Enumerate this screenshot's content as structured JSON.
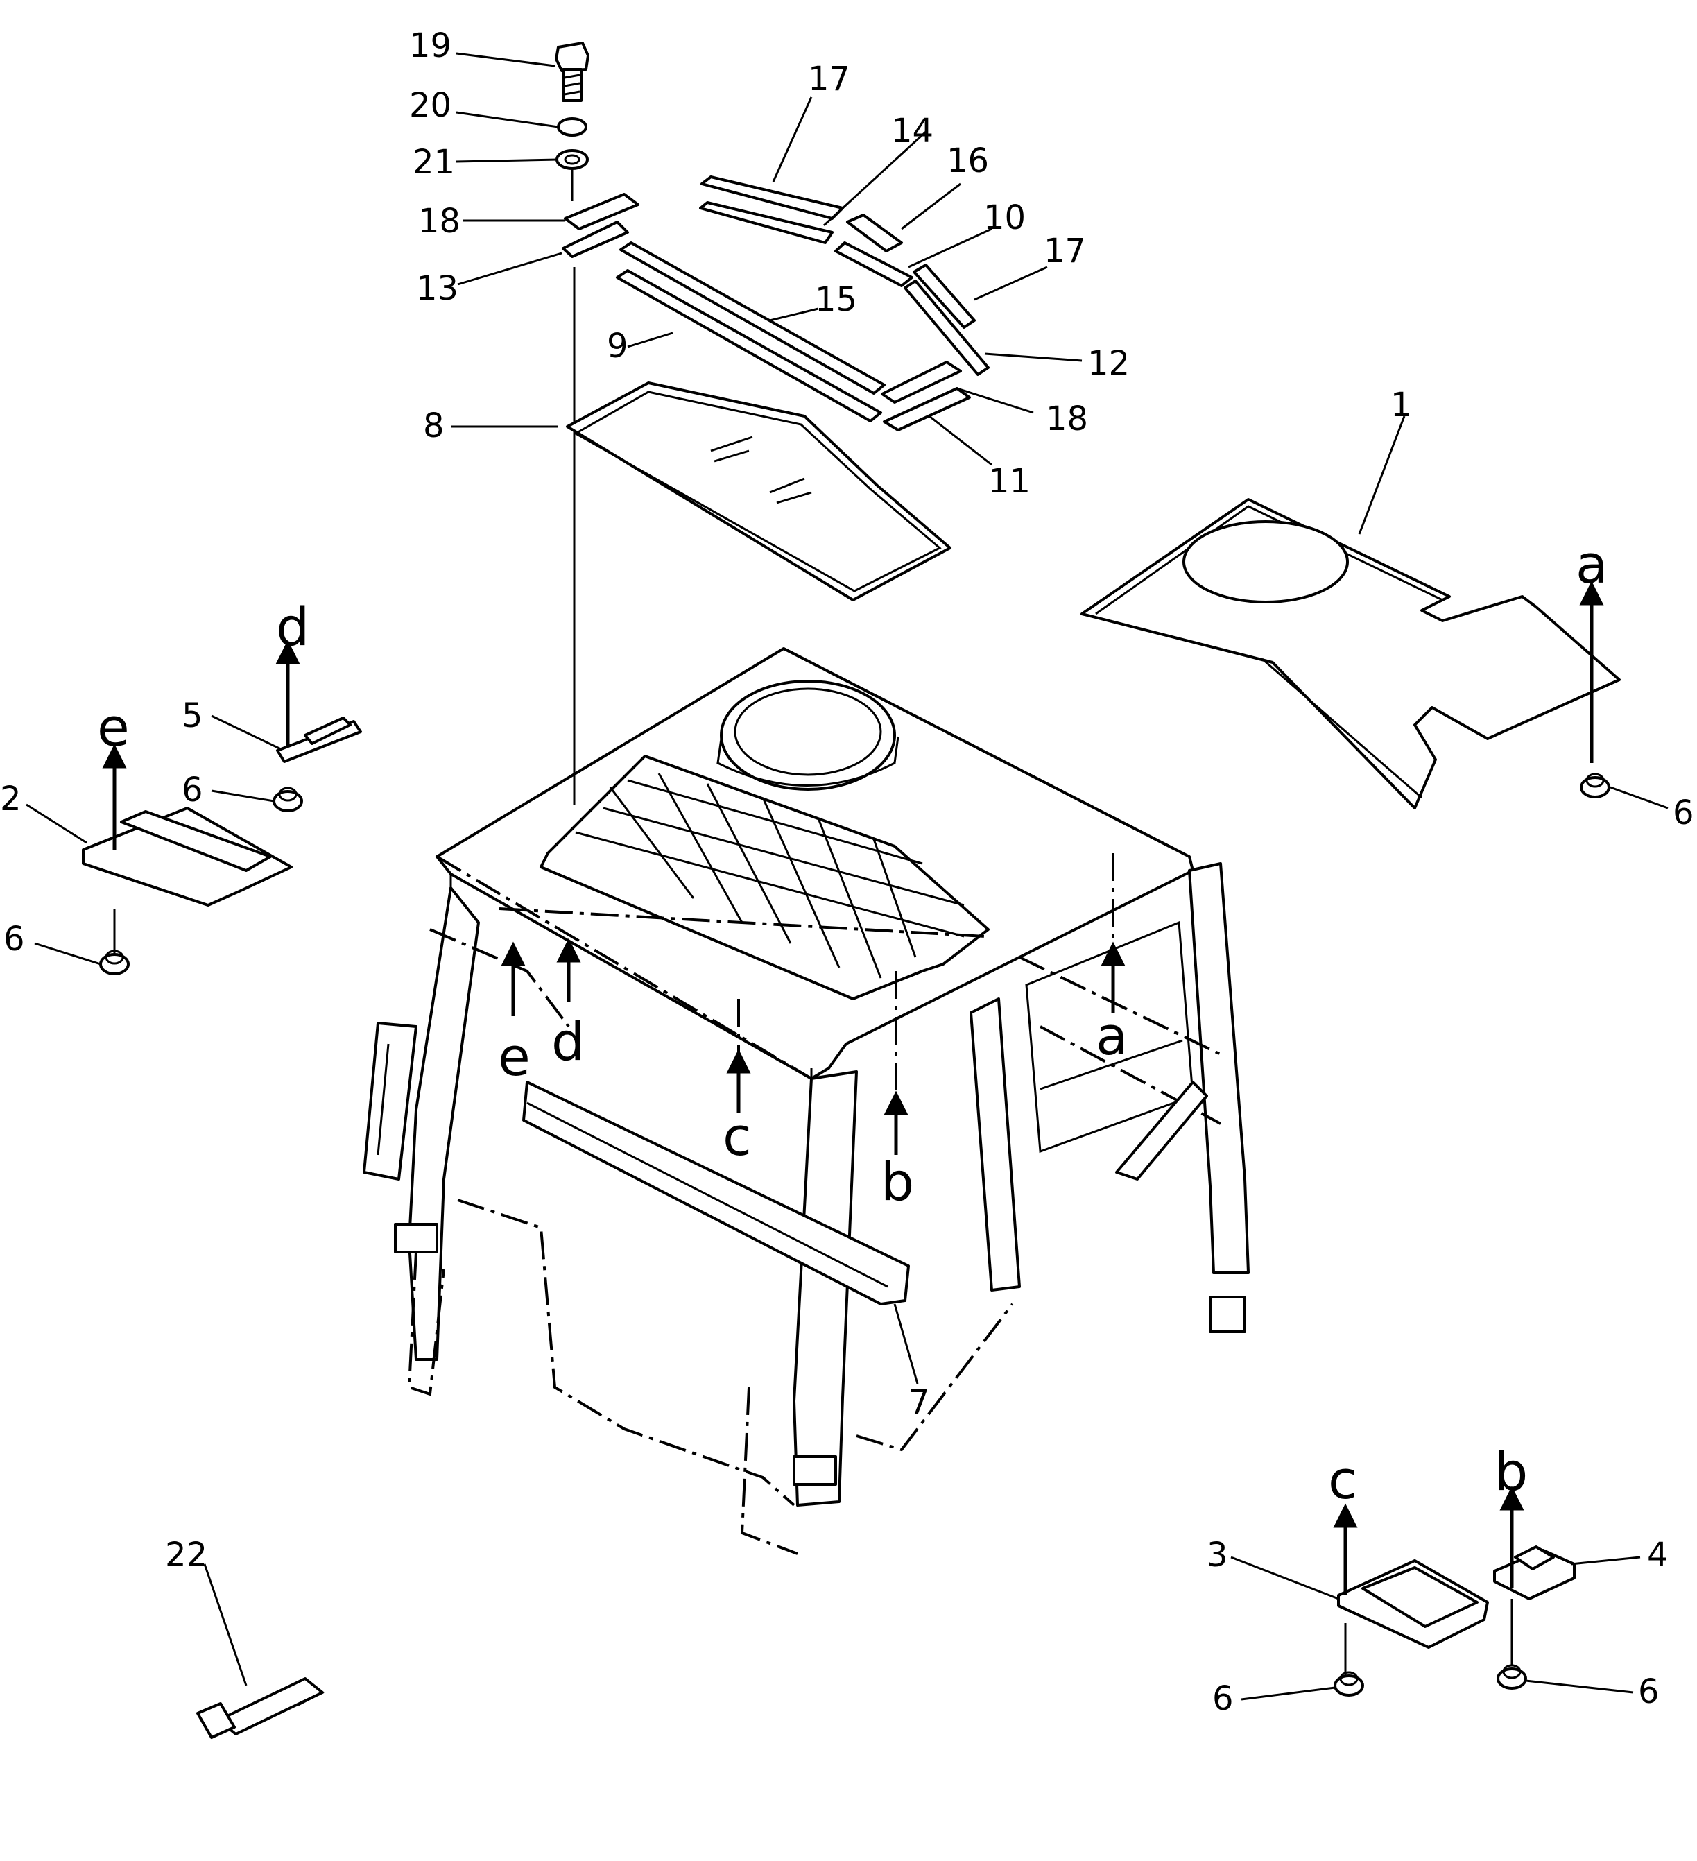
{
  "callouts": [
    {
      "id": "c1",
      "label": "1"
    },
    {
      "id": "c2",
      "label": "2"
    },
    {
      "id": "c3",
      "label": "3"
    },
    {
      "id": "c4",
      "label": "4"
    },
    {
      "id": "c5",
      "label": "5"
    },
    {
      "id": "c6a",
      "label": "6"
    },
    {
      "id": "c6b",
      "label": "6"
    },
    {
      "id": "c6c",
      "label": "6"
    },
    {
      "id": "c6d",
      "label": "6"
    },
    {
      "id": "c6e",
      "label": "6"
    },
    {
      "id": "c7",
      "label": "7"
    },
    {
      "id": "c8",
      "label": "8"
    },
    {
      "id": "c9",
      "label": "9"
    },
    {
      "id": "c10",
      "label": "10"
    },
    {
      "id": "c11",
      "label": "11"
    },
    {
      "id": "c12",
      "label": "12"
    },
    {
      "id": "c13",
      "label": "13"
    },
    {
      "id": "c14",
      "label": "14"
    },
    {
      "id": "c15",
      "label": "15"
    },
    {
      "id": "c16",
      "label": "16"
    },
    {
      "id": "c17a",
      "label": "17"
    },
    {
      "id": "c17b",
      "label": "17"
    },
    {
      "id": "c18a",
      "label": "18"
    },
    {
      "id": "c18b",
      "label": "18"
    },
    {
      "id": "c19",
      "label": "19"
    },
    {
      "id": "c20",
      "label": "20"
    },
    {
      "id": "c21",
      "label": "21"
    },
    {
      "id": "c22",
      "label": "22"
    }
  ],
  "references": [
    {
      "id": "ra1",
      "label": "a"
    },
    {
      "id": "ra2",
      "label": "a"
    },
    {
      "id": "rb1",
      "label": "b"
    },
    {
      "id": "rb2",
      "label": "b"
    },
    {
      "id": "rc1",
      "label": "c"
    },
    {
      "id": "rc2",
      "label": "c"
    },
    {
      "id": "rd1",
      "label": "d"
    },
    {
      "id": "rd2",
      "label": "d"
    },
    {
      "id": "re1",
      "label": "e"
    },
    {
      "id": "re2",
      "label": "e"
    }
  ]
}
